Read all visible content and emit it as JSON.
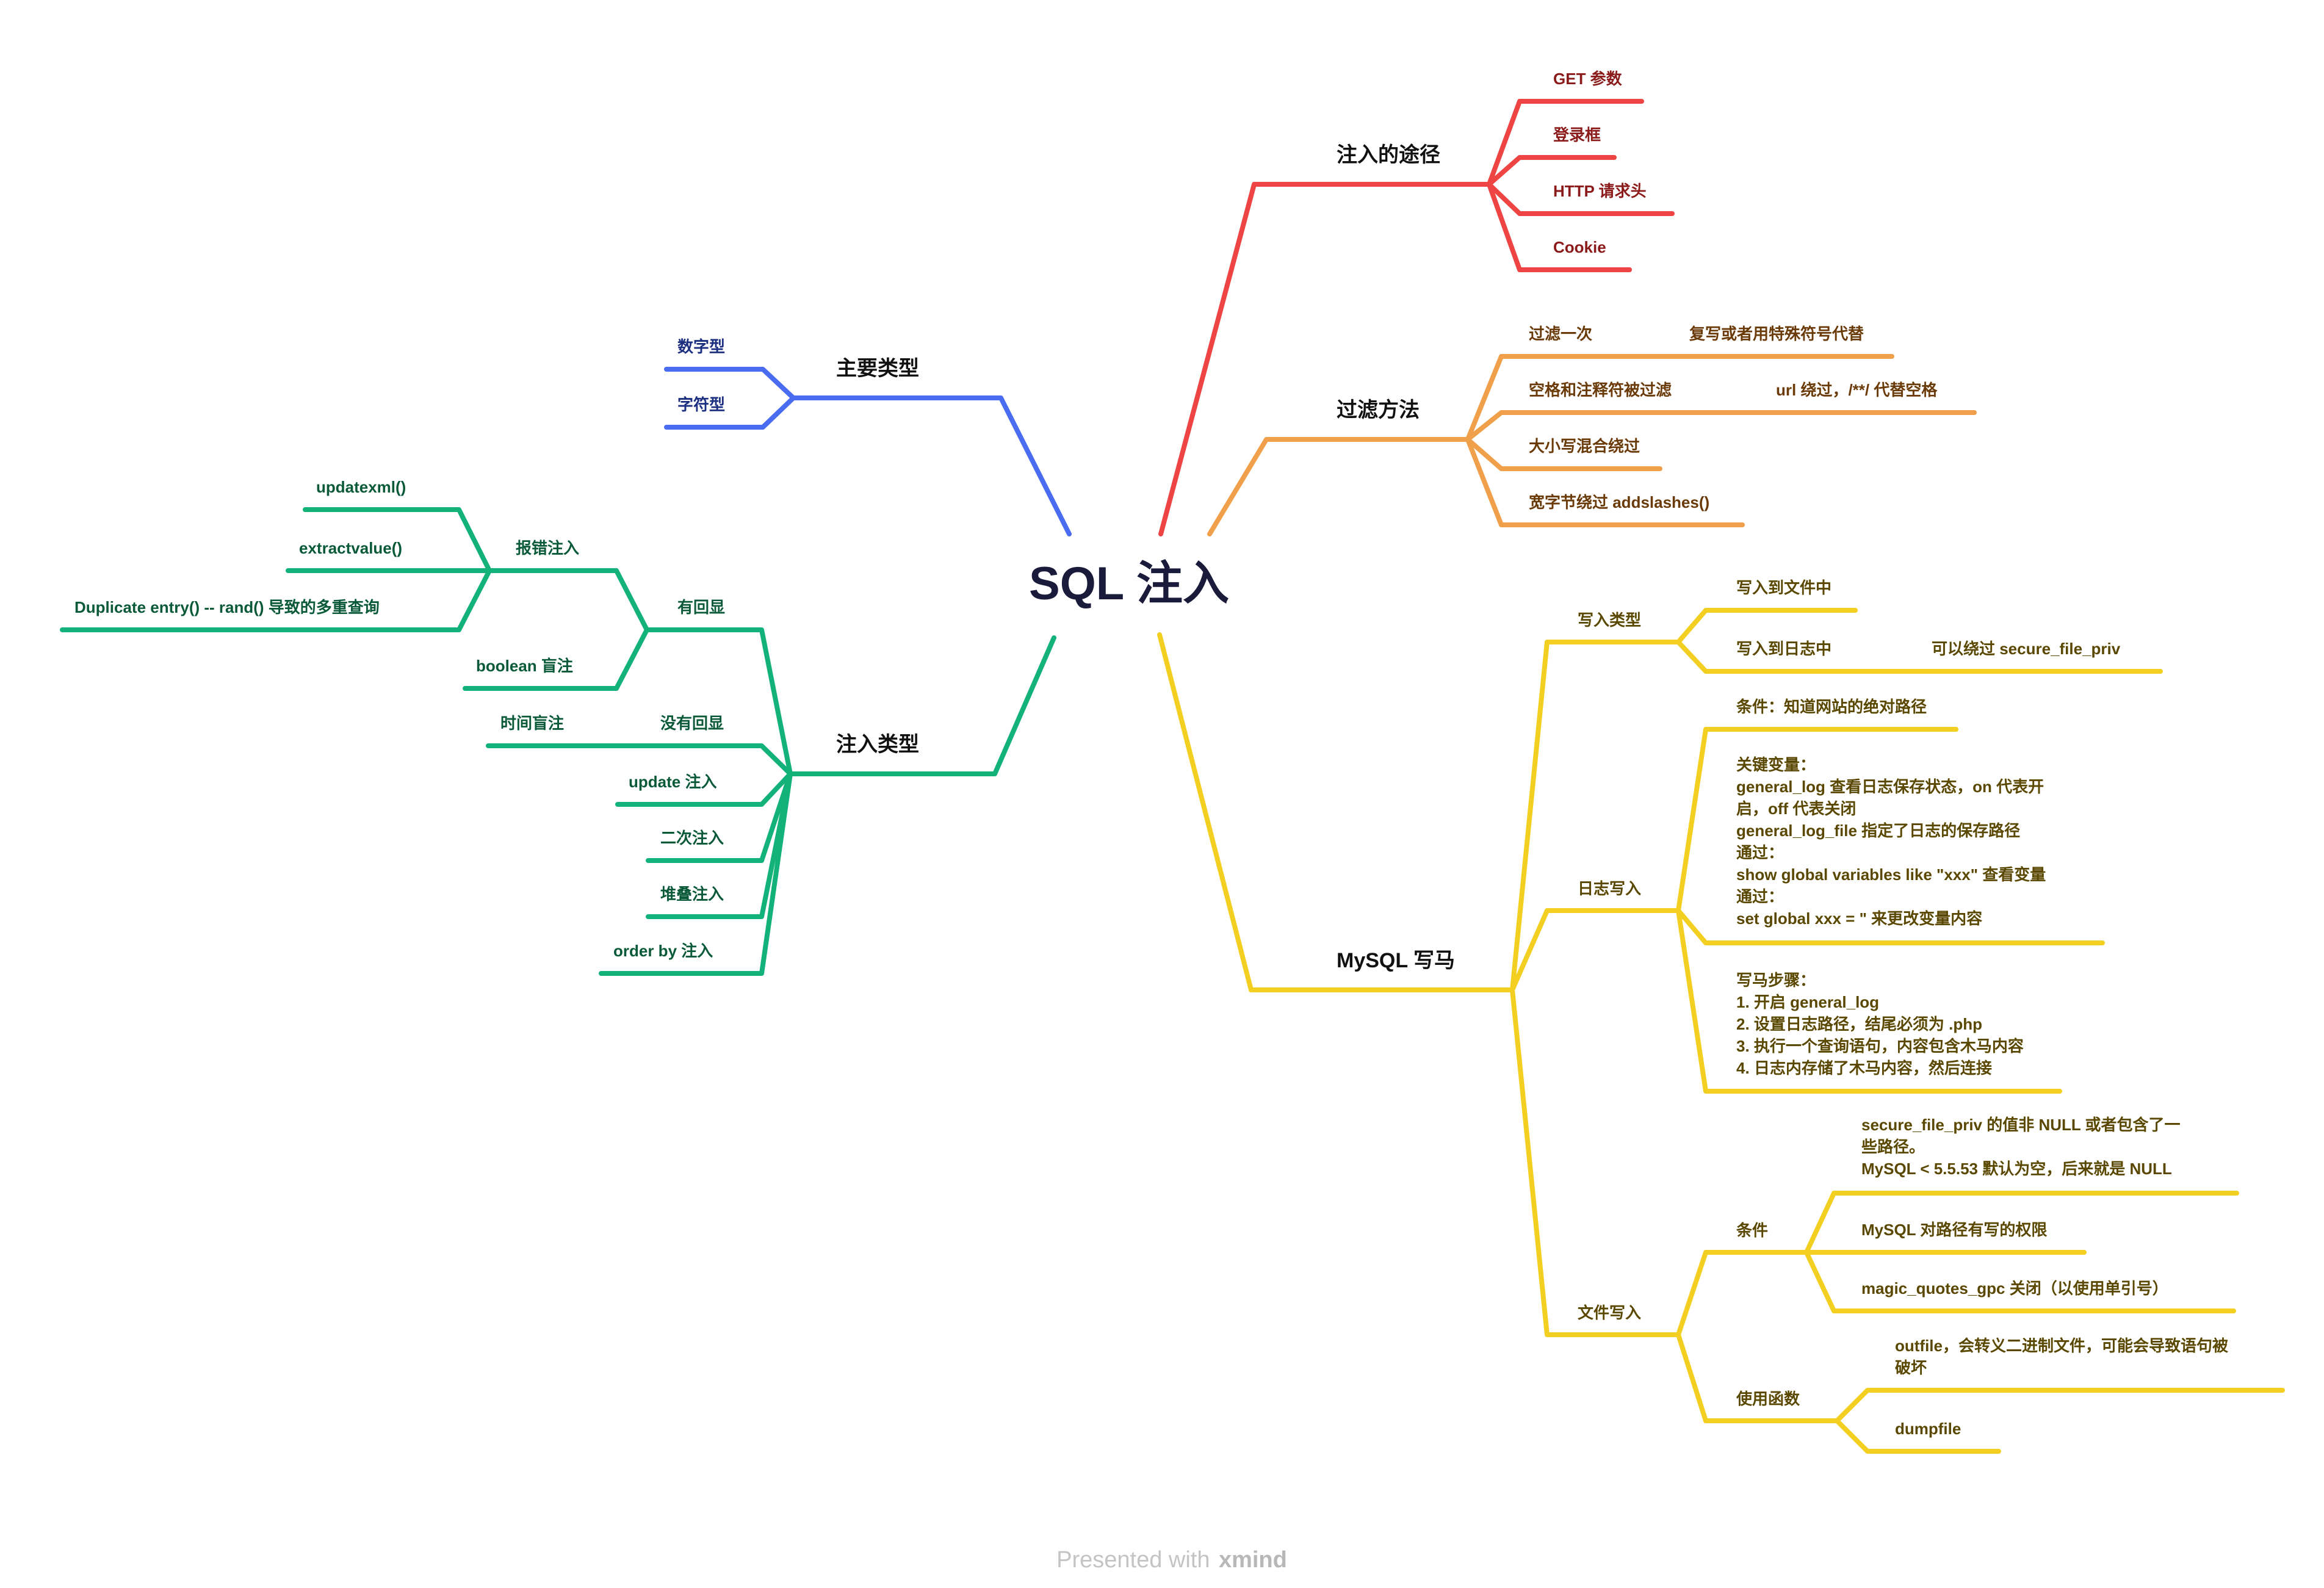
{
  "root": {
    "label": "SQL 注入"
  },
  "colors": {
    "red": "#ef4444",
    "orange": "#f0a04b",
    "yellow": "#f2cf21",
    "blue": "#4a6cf0",
    "green": "#13b27a",
    "red_text": "#8b1a1a",
    "orange_text": "#6a3a08",
    "yellow_text": "#5a4700",
    "blue_text": "#1c2e80",
    "green_text": "#0a5a3a"
  },
  "branches": {
    "paths": {
      "label": "注入的途径",
      "items": [
        "GET 参数",
        "登录框",
        "HTTP 请求头",
        "Cookie"
      ]
    },
    "filter": {
      "label": "过滤方法",
      "items": [
        {
          "label": "过滤一次",
          "note": "复写或者用特殊符号代替"
        },
        {
          "label": "空格和注释符被过滤",
          "note": "url 绕过，/**/ 代替空格"
        },
        {
          "label": "大小写混合绕过"
        },
        {
          "label": "宽字节绕过 addslashes()"
        }
      ]
    },
    "mysql": {
      "label": "MySQL 写马",
      "write_type": {
        "label": "写入类型",
        "to_file": "写入到文件中",
        "to_log": "写入到日志中",
        "to_log_note": "可以绕过 secure_file_priv"
      },
      "log_write": {
        "label": "日志写入",
        "condition": "条件：知道网站的绝对路径",
        "vars_lines": [
          "关键变量：",
          "general_log 查看日志保存状态，on 代表开",
          "启，off 代表关闭",
          "general_log_file 指定了日志的保存路径",
          "通过：",
          "show global variables like \"xxx\" 查看变量",
          "通过：",
          "set global xxx = \" 来更改变量内容"
        ],
        "steps_lines": [
          "写马步骤：",
          "1. 开启 general_log",
          "2. 设置日志路径，结尾必须为 .php",
          "3. 执行一个查询语句，内容包含木马内容",
          "4. 日志内存储了木马内容，然后连接"
        ]
      },
      "file_write": {
        "label": "文件写入",
        "cond_label": "条件",
        "cond1_lines": [
          "secure_file_priv 的值非 NULL 或者包含了一",
          "些路径。",
          "MySQL < 5.5.53 默认为空，后来就是 NULL"
        ],
        "cond2": "MySQL 对路径有写的权限",
        "cond3": "magic_quotes_gpc 关闭（以使用单引号）",
        "func_label": "使用函数",
        "func1_lines": [
          "outfile，会转义二进制文件，可能会导致语句被",
          "破坏"
        ],
        "func2": "dumpfile"
      }
    },
    "main_types": {
      "label": "主要类型",
      "items": [
        "数字型",
        "字符型"
      ]
    },
    "inject_types": {
      "label": "注入类型",
      "echo": {
        "label": "有回显",
        "error": {
          "label": "报错注入",
          "items": [
            "updatexml()",
            "extractvalue()",
            "Duplicate entry() -- rand() 导致的多重查询"
          ]
        },
        "boolean": "boolean 盲注"
      },
      "no_echo": {
        "label": "没有回显",
        "time": "时间盲注"
      },
      "update": "update 注入",
      "second": "二次注入",
      "stacked": "堆叠注入",
      "order_by": "order by 注入"
    }
  },
  "footer": {
    "presented": "Presented with",
    "brand": "xmind"
  }
}
